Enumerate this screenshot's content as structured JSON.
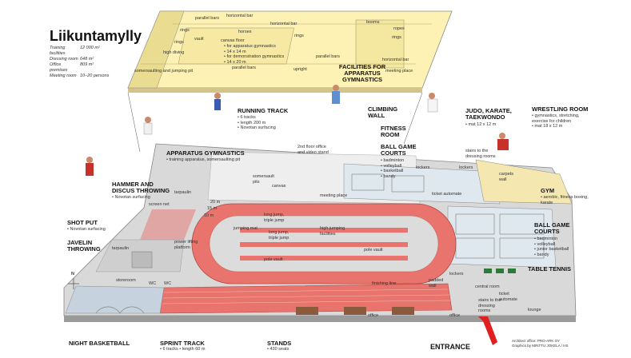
{
  "title": "Liikuntamylly",
  "info": [
    {
      "label": "Training facilities",
      "value": "12 000 m²"
    },
    {
      "label": "Dressing room",
      "value": "648 m²"
    },
    {
      "label": "Office premises",
      "value": "809 m²"
    },
    {
      "label": "Meeting room",
      "value": "10–20 persons"
    }
  ],
  "upper_floor": {
    "heading": "FACILITIES FOR APPARATUS GYMNASTICS",
    "labels": [
      "parallel bars",
      "horizontal bar",
      "horizontal bar",
      "rings",
      "horses",
      "booms",
      "ropes",
      "rings",
      "canvas floor",
      "rings",
      "vault",
      "rings",
      "high diving",
      "parallel bars",
      "horizontal bar",
      "upright",
      "meeting place",
      "parallel bars",
      "somersaulting and jumping pit"
    ],
    "canvas_floor_notes": [
      "for apparatus gymnastics",
      "14 x 14 m",
      "for demonstration gymnastics",
      "14 x 20 m"
    ]
  },
  "areas": {
    "running_track": {
      "heading": "RUNNING TRACK",
      "notes": [
        "6 tracks",
        "length 200 m",
        "Novotan surfacing"
      ]
    },
    "apparatus_gymnastics": {
      "heading": "APPARATUS GYMNASTICS",
      "notes": [
        "training apparatus, somersaulting pit"
      ]
    },
    "climbing_wall": {
      "heading": "CLIMBING WALL"
    },
    "fitness_room": {
      "heading": "FITNESS ROOM"
    },
    "ball_game_courts_top": {
      "heading": "BALL GAME COURTS",
      "notes": [
        "badminton",
        "volleyball",
        "basketball",
        "bandy"
      ]
    },
    "judo": {
      "heading": "JUDO, KARATE, TAEKWONDO",
      "notes": [
        "mat 12 x 12 m"
      ]
    },
    "wrestling": {
      "heading": "WRESTLING ROOM",
      "notes": [
        "gymnastics, stretching, exercise for children",
        "mat 18 x 12 m"
      ]
    },
    "hammer": {
      "heading": "HAMMER AND DISCUS THROWING",
      "notes": [
        "Novotan surfacing"
      ]
    },
    "gym": {
      "heading": "GYM",
      "notes": [
        "aerobic, fitness boxing, karate"
      ]
    },
    "ball_game_courts_bottom": {
      "heading": "BALL GAME COURTS",
      "notes": [
        "badminton",
        "volleyball",
        "junior basketball",
        "bandy"
      ]
    },
    "shot_put": {
      "heading": "SHOT PUT",
      "notes": [
        "Novotan surfacing"
      ]
    },
    "javelin": {
      "heading": "JAVELIN THROWING"
    },
    "table_tennis": {
      "heading": "TABLE TENNIS"
    },
    "night_basketball": {
      "heading": "NIGHT BASKETBALL"
    },
    "sprint_track": {
      "heading": "SPRINT TRACK",
      "notes": [
        "6 tracks",
        "length 60 m"
      ]
    },
    "stands": {
      "heading": "STANDS",
      "notes": [
        "430 seats"
      ]
    },
    "entrance": {
      "heading": "ENTRANCE"
    }
  },
  "floor_labels": {
    "second_floor": "2nd floor office and video stand",
    "somersault": "somersault pits",
    "canvas": "canvas",
    "meeting_place": "meeting place",
    "tarpaulin1": "tarpaulin",
    "screen_net": "screen net",
    "d20": "20 m",
    "d15": "15 m",
    "d10": "10 m",
    "weightlifting": "power lifting platform",
    "tarpaulin2": "tarpaulin",
    "storeroom": "storeroom",
    "wc1": "WC",
    "wc2": "WC",
    "jumping_mat": "jumping mat",
    "long_jump1": "long jump, triple jump",
    "long_jump2": "long jump, triple jump",
    "high_jump": "high jumping facilities",
    "pole_vault1": "pole vault",
    "pole_vault2": "pole vault",
    "finishing_line": "finishing line",
    "lockers1": "lockers",
    "lockers2": "lockers",
    "ticket_automate1": "ticket automate",
    "stairs_top": "stairs to the dressing rooms",
    "carpets_top": "carpets wall",
    "padded_wall": "padded wall",
    "lockers3": "lockers",
    "central_room": "central room",
    "ticket_automate2": "ticket automate",
    "stairs_bottom": "stairs to the dressing rooms",
    "lounge": "lounge",
    "office1": "office",
    "office2": "office"
  },
  "compass": {
    "n": "N"
  },
  "credits": [
    "Architect office: PRO-ARK OY",
    "Graphics by MINTTU JOKELA / HS"
  ],
  "colors": {
    "track": "#e8746d",
    "floor": "#d8d8d8",
    "upper": "#fdf1b3",
    "courts": "#dfe8ef",
    "entrance_arrow": "#e02020"
  }
}
